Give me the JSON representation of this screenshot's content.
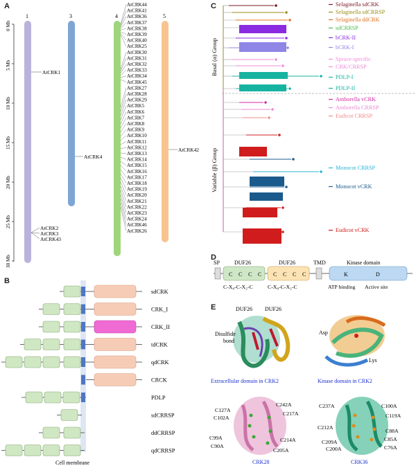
{
  "panels": {
    "a": "A",
    "b": "B",
    "c": "C",
    "d": "D",
    "e": "E"
  },
  "panel_a": {
    "chromosome_numbers": [
      "1",
      "3",
      "4",
      "5"
    ],
    "mb_ticks": [
      "0 Mb",
      "5 Mb",
      "10 Mb",
      "15 Mb",
      "20 Mb",
      "25 Mb",
      "30 Mb"
    ],
    "chr1_genes": [
      "AtCRK1",
      "AtCRK2",
      "AtCRK3",
      "AtCRK43"
    ],
    "chr3_genes": [
      "AtCRK4"
    ],
    "chr4_genes": [
      "AtCRK44",
      "AtCRK41",
      "AtCRK36",
      "AtCRK37",
      "AtCRK38",
      "AtCRK39",
      "AtCRK40",
      "AtCRK25",
      "AtCRK30",
      "AtCRK31",
      "AtCRK32",
      "AtCRK33",
      "AtCRK34",
      "AtCRK45",
      "AtCRK27",
      "AtCRK28",
      "AtCRK29",
      "AtCRK5",
      "AtCRK6",
      "AtCRK7",
      "AtCRK8",
      "AtCRK9",
      "AtCRK10",
      "AtCRK11",
      "AtCRK12",
      "AtCRK13",
      "AtCRK14",
      "AtCRK15",
      "AtCRK16",
      "AtCRK17",
      "AtCRK18",
      "AtCRK19",
      "AtCRK20",
      "AtCRK21",
      "AtCRK22",
      "AtCRK23",
      "AtCRK24",
      "AtCRK46",
      "AtCRK26"
    ],
    "chr5_genes": [
      "AtCRK42"
    ],
    "colors": {
      "chr1": "#b9b3dc",
      "chr3": "#7ea5d4",
      "chr4": "#9fd67c",
      "chr5": "#f7c48f"
    }
  },
  "panel_b": {
    "rows": [
      "sdCRK",
      "CRK_I",
      "CRK_II",
      "tdCRK",
      "qdCRK",
      "CRCK",
      "PDLP",
      "sdCRRSP",
      "ddCRRSP",
      "qdCRRSP"
    ],
    "membrane_label": "Cell membrane"
  },
  "panel_c": {
    "group_labels": [
      "Basal (α) Group",
      "Variable (β) Group"
    ],
    "legend": [
      {
        "label": "Selaginella sdCRK",
        "color": "#7a1620"
      },
      {
        "label": "Selaginella sdCRRSP",
        "color": "#9a8a12"
      },
      {
        "label": "Selaginella ddCRK",
        "color": "#e0701e"
      },
      {
        "label": "sdCRRSP",
        "color": "#49b84a"
      },
      {
        "label": "bCRK-II",
        "color": "#8a2be2"
      },
      {
        "label": "bCRK-I",
        "color": "#8f86e6"
      },
      {
        "label": "Spruce-specific",
        "color": "#f08ad8"
      },
      {
        "label": "CRK/CRRSP",
        "color": "#f08ad8"
      },
      {
        "label": "PDLP-I",
        "color": "#17b3a1"
      },
      {
        "label": "PDLP-II",
        "color": "#17b3a1"
      },
      {
        "label": "Amborella vCRK",
        "color": "#d22aa0"
      },
      {
        "label": "Amborella CRRSP",
        "color": "#e888d0"
      },
      {
        "label": "Eudicot CRRSP",
        "color": "#f08a8a"
      },
      {
        "label": "Monocot CRRSP",
        "color": "#2ab3d6"
      },
      {
        "label": "Monocot vCRK",
        "color": "#1b5a8c"
      },
      {
        "label": "Eudicot vCRK",
        "color": "#d01c1c"
      }
    ]
  },
  "panel_d": {
    "labels": [
      "SP",
      "DUF26",
      "DUF26",
      "TMD",
      "Kinase domain"
    ],
    "motif": "C-X₈-C-X₂-C",
    "c_letter": "C",
    "k_letter": "K",
    "d_letter": "D",
    "atp": "ATP binding",
    "active": "Active site"
  },
  "panel_e": {
    "captions": [
      "Extracellular domain in CRK2",
      "Kinase domain in CRK2",
      "CRK28",
      "CRK36"
    ],
    "top_labels": [
      "DUF26",
      "DUF26",
      "Disulfide",
      "bond",
      "Asp",
      "Lys"
    ],
    "crk28_mutations": [
      "C127A",
      "C102A",
      "C99A",
      "C90A",
      "C242A",
      "C217A",
      "C214A",
      "C205A"
    ],
    "crk36_mutations": [
      "C237A",
      "C212A",
      "C209A",
      "C200A",
      "C100A",
      "C119A",
      "C88A",
      "C85A",
      "C76A"
    ]
  }
}
